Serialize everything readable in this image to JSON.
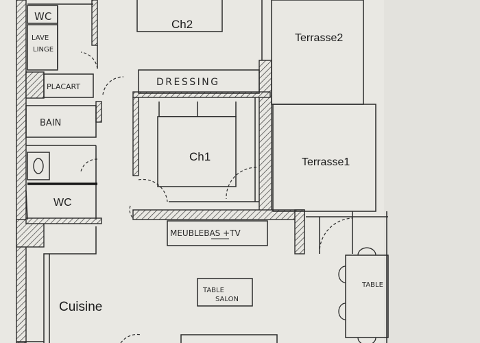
{
  "rooms": {
    "wc_top": "WC",
    "lave_linge_1": "LAVE",
    "lave_linge_2": "LINGE",
    "placard": "PLACART",
    "ch2": "Ch2",
    "terrasse2": "Terrasse2",
    "dressing": "DRESSING",
    "bain": "BAIN",
    "ch1": "Ch1",
    "terrasse1": "Terrasse1",
    "wc_bottom": "WC",
    "meuble_tv": "MEUBLEBAS +TV",
    "table_salon_1": "TABLE",
    "table_salon_2": "SALON",
    "table": "TABLE",
    "cuisine": "Cuisine"
  },
  "colors": {
    "paper": "#e9e8e3",
    "ink": "#2b2b2b"
  }
}
